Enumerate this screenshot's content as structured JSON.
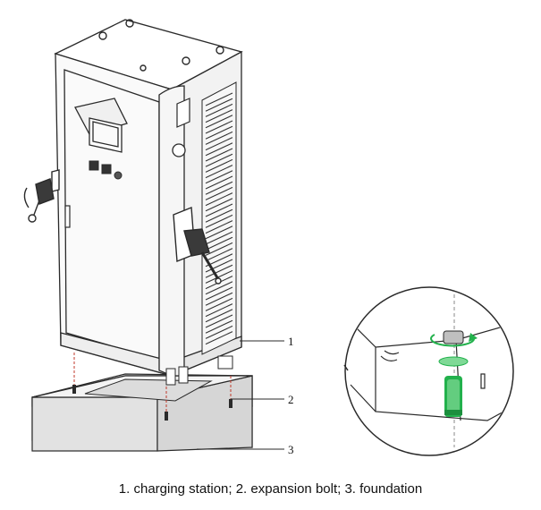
{
  "callouts": [
    {
      "number": "1"
    },
    {
      "number": "2"
    },
    {
      "number": "3"
    }
  ],
  "caption": "1. charging station; 2. expansion bolt; 3. foundation",
  "colors": {
    "line": "#2a2a2a",
    "bolt_green": "#22b14c",
    "bolt_light": "#7fd996",
    "foundation_fill": "#e6e6e6",
    "background": "#ffffff"
  }
}
